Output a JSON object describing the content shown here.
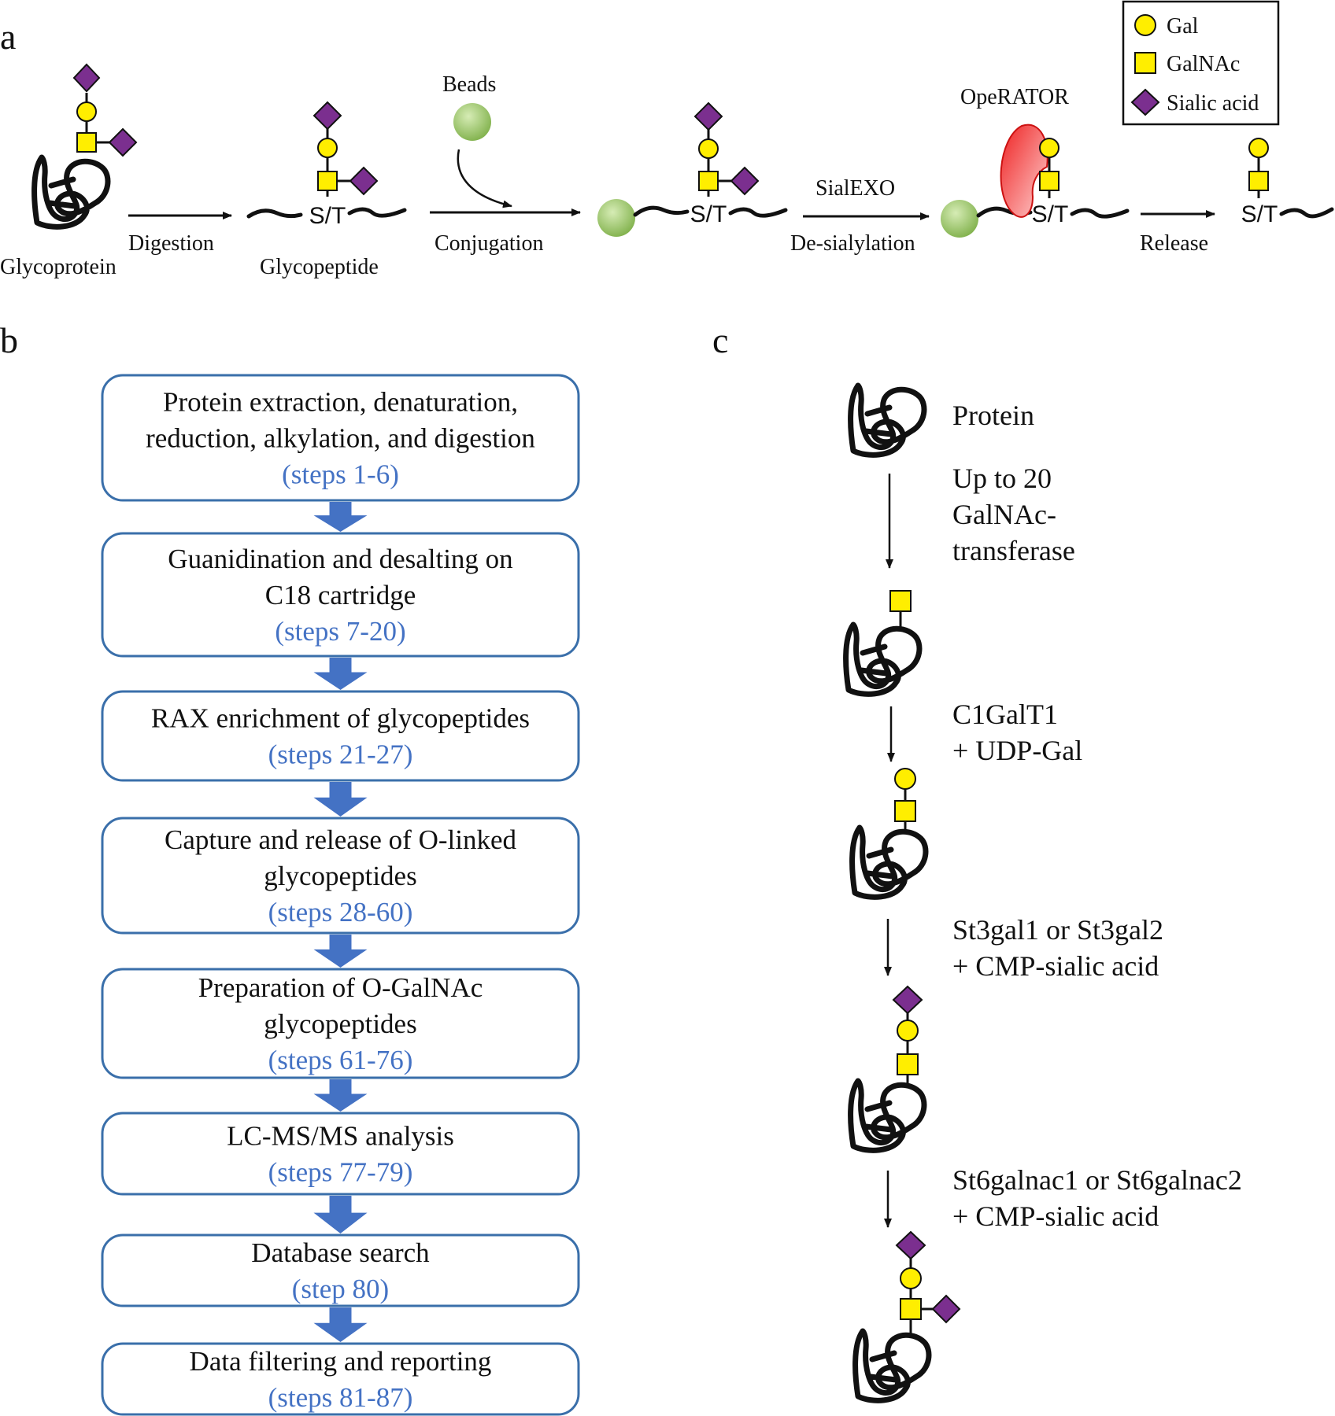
{
  "panels": {
    "a": "a",
    "b": "b",
    "c": "c"
  },
  "colors": {
    "gal": "#ffee00",
    "galnac": "#ffee00",
    "sialic": "#7b2f8f",
    "bead": "#8fbf5a",
    "operator": "#ee3333",
    "box_border": "#3a6faa",
    "steps_text": "#4472c4",
    "flow_arrow": "#4472c4"
  },
  "legend": [
    {
      "symbol": "circle",
      "label": "Gal"
    },
    {
      "symbol": "square",
      "label": "GalNAc"
    },
    {
      "symbol": "diamond",
      "label": "Sialic acid"
    }
  ],
  "panel_a": {
    "glycoprotein": "Glycoprotein",
    "digestion": "Digestion",
    "glycopeptide": "Glycopeptide",
    "beads": "Beads",
    "conjugation": "Conjugation",
    "sialexo": "SialEXO",
    "desialylation": "De-sialylation",
    "operator": "OpeRATOR",
    "release": "Release",
    "site": "S/T"
  },
  "panel_b": {
    "boxes": [
      {
        "lines": [
          "Protein extraction, denaturation,",
          "reduction, alkylation, and digestion"
        ],
        "steps": "(steps 1-6)"
      },
      {
        "lines": [
          "Guanidination and desalting on",
          "C18 cartridge"
        ],
        "steps": "(steps 7-20)"
      },
      {
        "lines": [
          "RAX enrichment of glycopeptides"
        ],
        "steps": "(steps 21-27)"
      },
      {
        "lines": [
          "Capture and release of O-linked",
          "glycopeptides"
        ],
        "steps": "(steps 28-60)"
      },
      {
        "lines": [
          "Preparation of O-GalNAc",
          "glycopeptides"
        ],
        "steps": "(steps 61-76)"
      },
      {
        "lines": [
          "LC-MS/MS analysis"
        ],
        "steps": "(steps 77-79)"
      },
      {
        "lines": [
          "Database search"
        ],
        "steps": "(step 80)"
      },
      {
        "lines": [
          "Data filtering and reporting"
        ],
        "steps": "(steps 81-87)"
      }
    ]
  },
  "panel_c": {
    "protein": "Protein",
    "step1": [
      "Up to 20",
      "GalNAc-",
      "transferase"
    ],
    "step2": [
      "C1GalT1",
      "+ UDP-Gal"
    ],
    "step3": [
      "St3gal1  or St3gal2",
      "+ CMP-sialic  acid"
    ],
    "step4": [
      "St6galnac1  or St6galnac2",
      "+ CMP-sialic  acid"
    ]
  }
}
